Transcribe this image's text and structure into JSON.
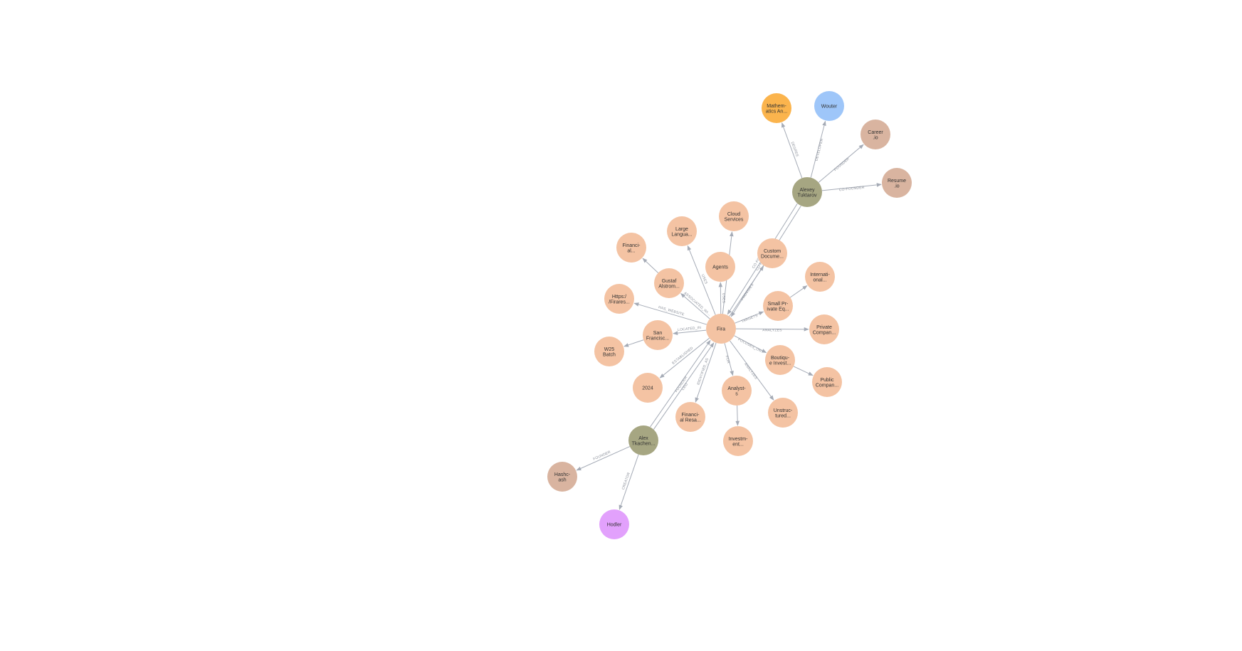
{
  "colors": {
    "Organization": "#f4c3a3",
    "Person": "#a6a682",
    "Person2": "#d9b4a0",
    "Orange": "#fbb44d",
    "Blue": "#9ec6f9",
    "Pink": "#e2a1fc",
    "edge": "#a5abb6"
  },
  "nodes": [
    {
      "id": "fira",
      "lines": [
        "Fira"
      ],
      "color": "Organization"
    },
    {
      "id": "alexey",
      "lines": [
        "Alexey",
        "Tuktarov"
      ],
      "color": "Person"
    },
    {
      "id": "alex",
      "lines": [
        "Alex",
        "Tkachen..."
      ],
      "color": "Person"
    },
    {
      "id": "math",
      "lines": [
        "Mathem-",
        "atics An..."
      ],
      "color": "Orange"
    },
    {
      "id": "wouter",
      "lines": [
        "Wouter"
      ],
      "color": "Blue"
    },
    {
      "id": "career",
      "lines": [
        "Career",
        ".io"
      ],
      "color": "Person2"
    },
    {
      "id": "resume",
      "lines": [
        "Resume",
        ".io"
      ],
      "color": "Person2"
    },
    {
      "id": "cloud",
      "lines": [
        "Cloud",
        "Services"
      ],
      "color": "Organization"
    },
    {
      "id": "large",
      "lines": [
        "Large",
        "Langua..."
      ],
      "color": "Organization"
    },
    {
      "id": "financial1",
      "lines": [
        "Financi-",
        "al..."
      ],
      "color": "Organization"
    },
    {
      "id": "agents",
      "lines": [
        "Agents"
      ],
      "color": "Organization"
    },
    {
      "id": "custom",
      "lines": [
        "Custom",
        "Docume..."
      ],
      "color": "Organization"
    },
    {
      "id": "gustaf",
      "lines": [
        "Gustaf",
        "Alstrom..."
      ],
      "color": "Organization"
    },
    {
      "id": "https",
      "lines": [
        "Https:/",
        "/Firares..."
      ],
      "color": "Organization"
    },
    {
      "id": "intl",
      "lines": [
        "Internati-",
        "onal..."
      ],
      "color": "Organization"
    },
    {
      "id": "smallpe",
      "lines": [
        "Small Pr-",
        "ivate Eq..."
      ],
      "color": "Organization"
    },
    {
      "id": "private",
      "lines": [
        "Private",
        "Compan..."
      ],
      "color": "Organization"
    },
    {
      "id": "sanfran",
      "lines": [
        "San",
        "Francisc..."
      ],
      "color": "Organization"
    },
    {
      "id": "w25",
      "lines": [
        "W25",
        "Batch"
      ],
      "color": "Organization"
    },
    {
      "id": "boutique",
      "lines": [
        "Boutiqu-",
        "e Invest..."
      ],
      "color": "Organization"
    },
    {
      "id": "public",
      "lines": [
        "Public",
        "Compan..."
      ],
      "color": "Organization"
    },
    {
      "id": "y2024",
      "lines": [
        "2024"
      ],
      "color": "Organization"
    },
    {
      "id": "analysts",
      "lines": [
        "Analyst-",
        "s"
      ],
      "color": "Organization"
    },
    {
      "id": "unstructured",
      "lines": [
        "Unstruc-",
        "tured..."
      ],
      "color": "Organization"
    },
    {
      "id": "financial2",
      "lines": [
        "Financi-",
        "al Resa..."
      ],
      "color": "Organization"
    },
    {
      "id": "investment",
      "lines": [
        "Investm-",
        "ent..."
      ],
      "color": "Organization"
    },
    {
      "id": "hashcash",
      "lines": [
        "Hashc-",
        "ash"
      ],
      "color": "Person2"
    },
    {
      "id": "hodler",
      "lines": [
        "Hodler"
      ],
      "color": "Pink"
    }
  ],
  "edges": [
    {
      "from": "alexey",
      "to": "math",
      "label": "DEGREE"
    },
    {
      "from": "alexey",
      "to": "wouter",
      "label": "DEVELOPER"
    },
    {
      "from": "alexey",
      "to": "career",
      "label": "FOUNDER"
    },
    {
      "from": "alexey",
      "to": "resume",
      "label": "CO-FOUNDER"
    },
    {
      "from": "alexey",
      "to": "fira",
      "label": "CO-FOUNDER"
    },
    {
      "from": "alexey",
      "to": "fira",
      "label": "CO-FOUNDER"
    },
    {
      "from": "fira",
      "to": "cloud",
      "label": "USES"
    },
    {
      "from": "fira",
      "to": "large",
      "label": "USES"
    },
    {
      "from": "gustaf",
      "to": "financial1",
      "label": ""
    },
    {
      "from": "fira",
      "to": "agents",
      "label": "USES"
    },
    {
      "from": "fira",
      "to": "custom",
      "label": "PROVIDES"
    },
    {
      "from": "fira",
      "to": "gustaf",
      "label": "ASSOCIATED_WI..."
    },
    {
      "from": "fira",
      "to": "https",
      "label": "HAS_WEBSITE"
    },
    {
      "from": "smallpe",
      "to": "intl",
      "label": ""
    },
    {
      "from": "fira",
      "to": "smallpe",
      "label": "TARGETS"
    },
    {
      "from": "fira",
      "to": "private",
      "label": "ANALYZES"
    },
    {
      "from": "fira",
      "to": "sanfran",
      "label": "LOCATED_IN"
    },
    {
      "from": "sanfran",
      "to": "w25",
      "label": ""
    },
    {
      "from": "fira",
      "to": "boutique",
      "label": "FOCUSES_ON"
    },
    {
      "from": "boutique",
      "to": "public",
      "label": ""
    },
    {
      "from": "fira",
      "to": "y2024",
      "label": "ESTABLISHED"
    },
    {
      "from": "fira",
      "to": "analysts",
      "label": "FOR"
    },
    {
      "from": "fira",
      "to": "unstructured",
      "label": "ANALYZES"
    },
    {
      "from": "fira",
      "to": "financial2",
      "label": "IDENTIFIED_AS"
    },
    {
      "from": "analysts",
      "to": "investment",
      "label": ""
    },
    {
      "from": "alex",
      "to": "fira",
      "label": "FOUNDER"
    },
    {
      "from": "alex",
      "to": "fira",
      "label": "CEO"
    },
    {
      "from": "alex",
      "to": "hashcash",
      "label": "FOUNDER"
    },
    {
      "from": "alex",
      "to": "hodler",
      "label": "CREATOR"
    }
  ]
}
